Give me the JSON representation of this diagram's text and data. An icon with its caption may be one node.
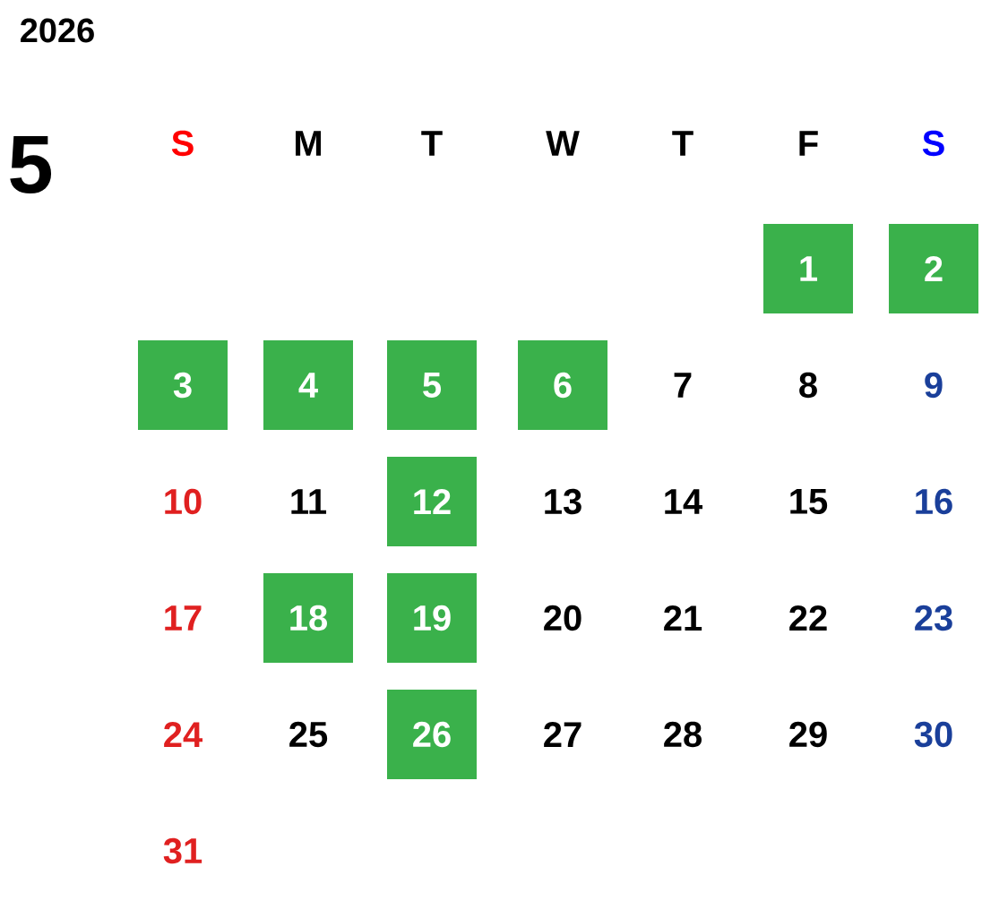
{
  "diagram": {
    "title": "2026",
    "nodes": [
      {
        "text": [
          "1"
        ]
      },
      {
        "text": [
          "2"
        ]
      },
      {
        "text": [
          "3"
        ]
      },
      {
        "text": [
          "4"
        ]
      },
      {
        "text": [
          "5"
        ]
      },
      {
        "text": [
          "6"
        ]
      },
      {
        "text": [
          "12"
        ]
      },
      {
        "text": [
          "18"
        ]
      },
      {
        "text": [
          "19"
        ]
      },
      {
        "text": [
          "26"
        ]
      }
    ],
    "labels": [
      "5",
      "S",
      "M",
      "T",
      "W",
      "T",
      "F",
      "S",
      "7",
      "8",
      "9",
      "10",
      "11",
      "13",
      "14",
      "15",
      "16",
      "17",
      "20",
      "21",
      "22",
      "23",
      "24",
      "25",
      "27",
      "28",
      "29",
      "30",
      "31"
    ]
  }
}
